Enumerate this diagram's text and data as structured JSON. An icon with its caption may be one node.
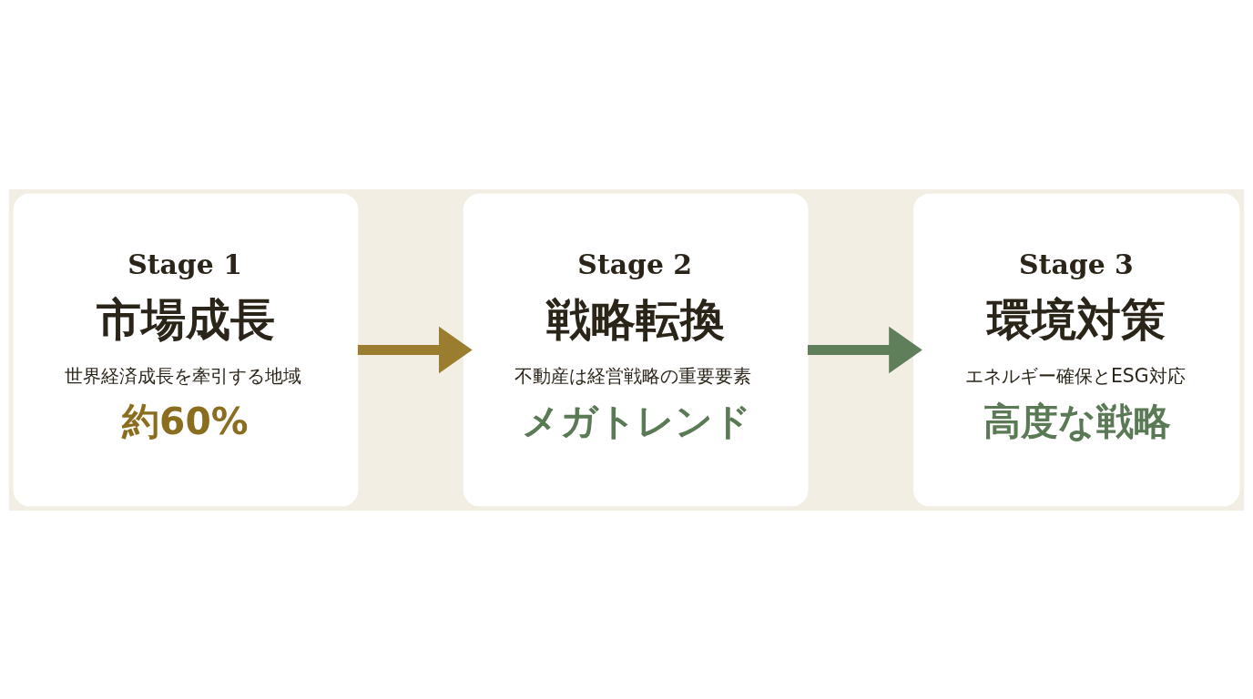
{
  "diagram": {
    "nodes": [
      {
        "text": [
          "Stage 1",
          "市場成長",
          "世界経済成長を牽引する地域",
          "約60%"
        ]
      },
      {
        "text": [
          "Stage 2",
          "戦略転換",
          "不動産は経営戦略の重要要素",
          "メガトレンド"
        ]
      },
      {
        "text": [
          "Stage 3",
          "環境対策",
          "エネルギー確保とESG対応",
          "高度な戦略"
        ]
      }
    ],
    "edges": [
      {
        "from": 0,
        "to": 1,
        "arrow": "to",
        "color": "#9a7d2e"
      },
      {
        "from": 1,
        "to": 2,
        "arrow": "to",
        "color": "#5e7f5a"
      }
    ]
  }
}
